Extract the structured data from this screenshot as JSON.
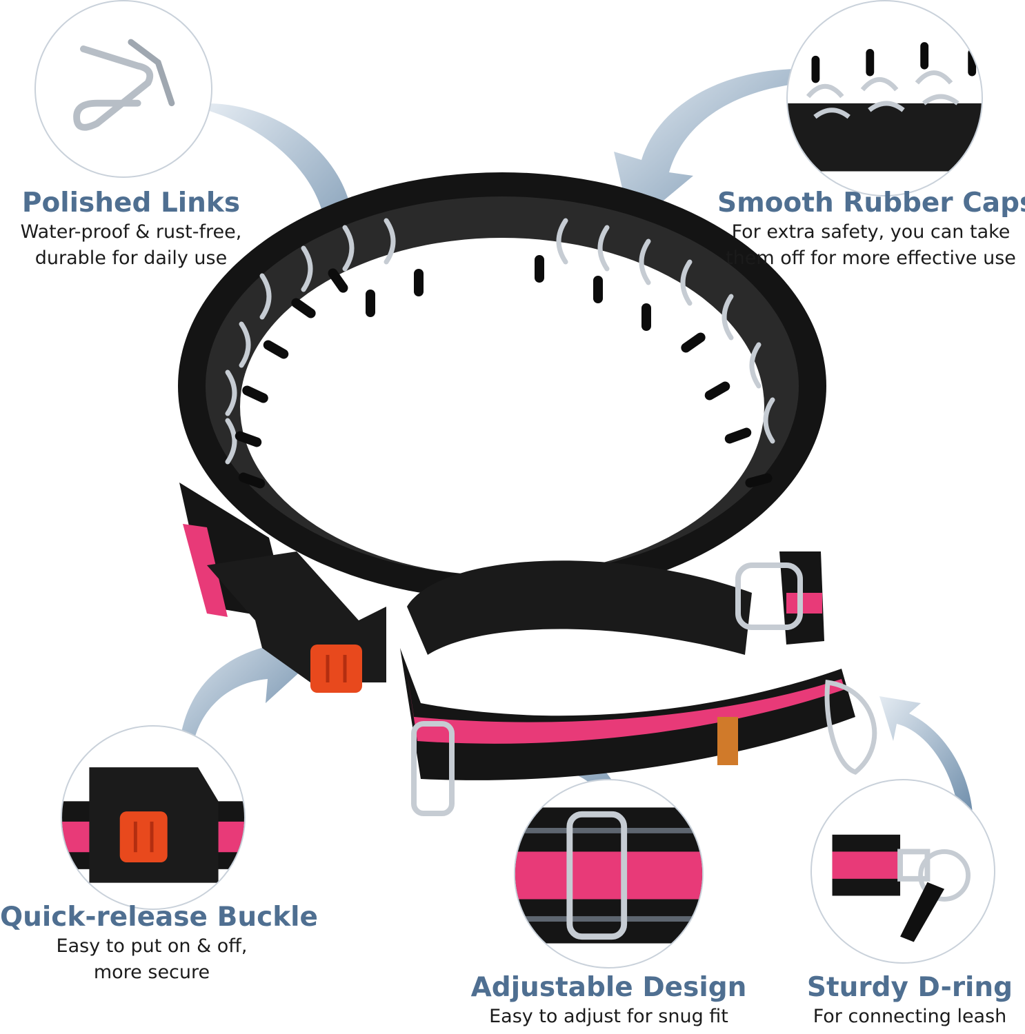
{
  "colors": {
    "accent_title": "#4f6f91",
    "arrow": "#7f9bb6",
    "strap_pink": "#e83a78",
    "strap_black": "#151515",
    "reflective_grey": "#5e6670",
    "buckle_red": "#e8491d",
    "metal": "#c6ccd3"
  },
  "features": [
    {
      "title": "Polished Links",
      "desc_lines": [
        "Water-proof & rust-free,",
        "durable for daily use"
      ],
      "icon": "metal-link-icon"
    },
    {
      "title": "Smooth Rubber Caps",
      "desc_lines": [
        "For extra safety, you can take",
        "them off for more effective use"
      ],
      "icon": "rubber-cap-icon"
    },
    {
      "title": "Quick-release Buckle",
      "desc_lines": [
        "Easy to put on & off,",
        "more secure"
      ],
      "icon": "buckle-icon"
    },
    {
      "title": "Adjustable Design",
      "desc_lines": [
        "Easy to adjust for snug fit"
      ],
      "icon": "slider-buckle-icon"
    },
    {
      "title": "Sturdy D-ring",
      "desc_lines": [
        "For connecting leash"
      ],
      "icon": "d-ring-icon"
    }
  ]
}
